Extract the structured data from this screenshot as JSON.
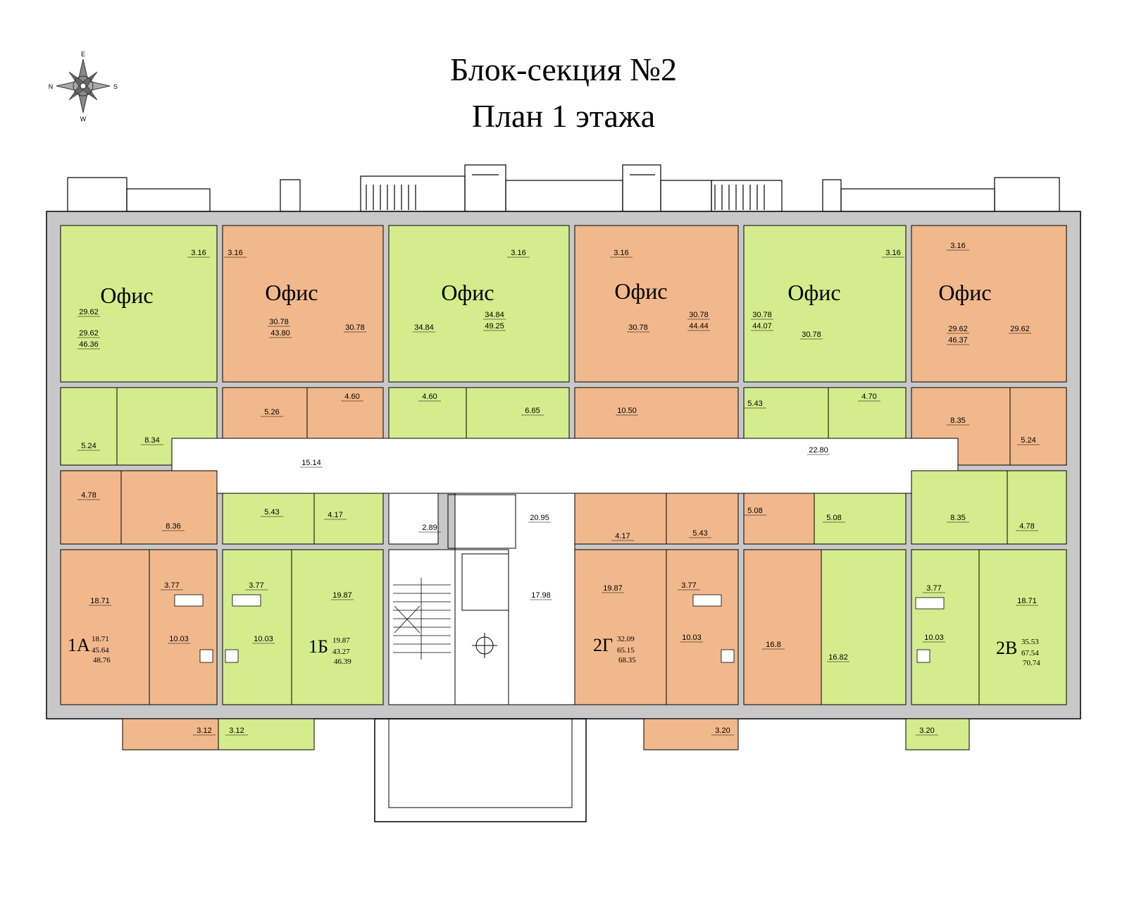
{
  "title": {
    "line1": "Блок-секция №2",
    "line2": "План 1 этажа"
  },
  "compass": {
    "n": "N",
    "s": "S",
    "e": "E",
    "w": "W"
  },
  "colors": {
    "office_green": "#d4ec8c",
    "office_orange": "#f1b88c",
    "corridor": "#ffffff",
    "wall": "#000000",
    "wall_fill": "#c8c8c8"
  },
  "offices": [
    {
      "label": "Офис",
      "color": "green",
      "areas": [
        "29.62",
        "29.62",
        "46.36",
        "3.16"
      ]
    },
    {
      "label": "Офис",
      "color": "orange",
      "areas": [
        "30.78",
        "43.80",
        "30.78",
        "3.16"
      ]
    },
    {
      "label": "Офис",
      "color": "green",
      "areas": [
        "34.84",
        "34.84",
        "49.25",
        "3.16"
      ]
    },
    {
      "label": "Офис",
      "color": "orange",
      "areas": [
        "30.78",
        "30.78",
        "44.44",
        "3.16"
      ]
    },
    {
      "label": "Офис",
      "color": "green",
      "areas": [
        "30.78",
        "44.07",
        "30.78",
        "3.16"
      ]
    },
    {
      "label": "Офис",
      "color": "orange",
      "areas": [
        "29.62",
        "46.37",
        "29.62",
        "3.16"
      ]
    }
  ],
  "room_labels": [
    "3.16",
    "3.16",
    "29.62",
    "29.62",
    "46.36",
    "30.78",
    "43.80",
    "30.78",
    "34.84",
    "34.84",
    "49.25",
    "3.16",
    "3.16",
    "30.78",
    "30.78",
    "44.44",
    "30.78",
    "44.07",
    "30.78",
    "3.16",
    "3.16",
    "29.62",
    "46.37",
    "29.62",
    "5.24",
    "8.34",
    "5.26",
    "4.60",
    "4.60",
    "6.65",
    "10.50",
    "5.43",
    "4.70",
    "8.35",
    "5.24",
    "15.14",
    "22.80",
    "4.78",
    "8.36",
    "5.43",
    "4.17",
    "2.89",
    "20.95",
    "4.17",
    "5.43",
    "5.08",
    "5.08",
    "8.35",
    "4.78",
    "18.71",
    "3.77",
    "10.03",
    "3.77",
    "10.03",
    "19.87",
    "17.98",
    "19.87",
    "3.77",
    "10.03",
    "16.8",
    "16.82",
    "3.77",
    "10.03",
    "18.71",
    "3.12",
    "3.12",
    "3.20",
    "3.20"
  ],
  "apartments": [
    {
      "name": "1А",
      "living": "18.71",
      "total": "45.64",
      "with_balcony": "48.76"
    },
    {
      "name": "1Б",
      "living": "19.87",
      "total": "43.27",
      "with_balcony": "46.39"
    },
    {
      "name": "2Г",
      "living": "32.09",
      "total": "65.15",
      "with_balcony": "68.35"
    },
    {
      "name": "2В",
      "living": "35.53",
      "total": "67.54",
      "with_balcony": "70.74"
    }
  ]
}
